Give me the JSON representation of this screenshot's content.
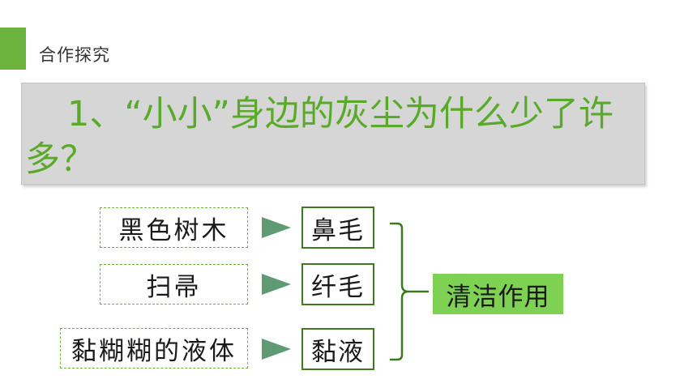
{
  "header": {
    "section_label": "合作探究"
  },
  "title": {
    "text": "1、“小小”身边的灰尘为什么少了许多？"
  },
  "rows": [
    {
      "item": "黑色树木",
      "feature": "鼻毛"
    },
    {
      "item": "扫帚",
      "feature": "纤毛"
    },
    {
      "item": "黏糊糊的液体",
      "feature": "黏液"
    }
  ],
  "result": {
    "label": "清洁作用"
  },
  "icons": {
    "arrow": "right-triangle-arrow-icon",
    "brace": "right-curly-brace-icon"
  },
  "colors": {
    "accent": "#6cb33e",
    "title_text": "#5aaa2a",
    "title_bg": "#d6d6d6",
    "arrow": "#5e9a72",
    "result_bg": "#7ed152"
  }
}
